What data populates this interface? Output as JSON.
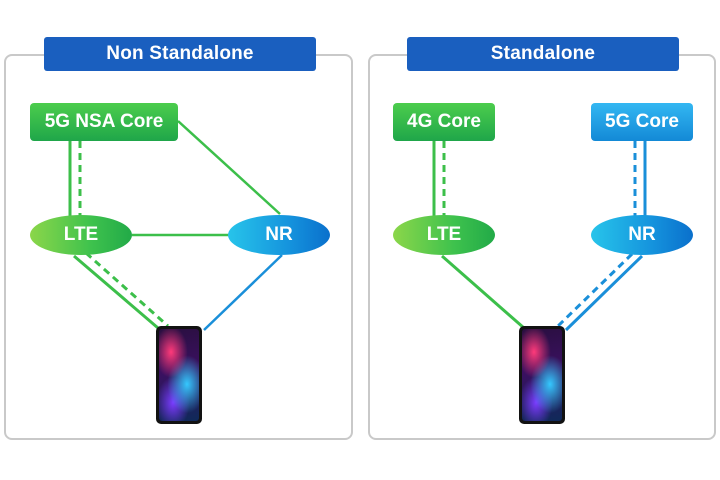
{
  "panels": {
    "nsa": {
      "title": "Non Standalone",
      "core": "5G NSA Core",
      "node_left": "LTE",
      "node_right": "NR"
    },
    "sa": {
      "title": "Standalone",
      "core_left": "4G Core",
      "core_right": "5G Core",
      "node_left": "LTE",
      "node_right": "NR"
    }
  },
  "colors": {
    "title_bg": "#1a5fbf",
    "green": "#3cbf4a",
    "blue": "#1a8fd9",
    "border": "#c9c9c9"
  }
}
